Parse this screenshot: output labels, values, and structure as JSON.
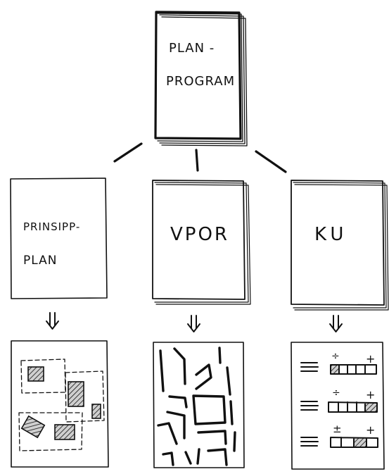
{
  "top_document": {
    "line1": "PLAN -",
    "line2": "PROGRAM"
  },
  "documents": [
    {
      "id": "prinsipp-plan",
      "line1": "PRINSIPP-",
      "line2": "PLAN",
      "result": "zoning-plan-sketch"
    },
    {
      "id": "vpor",
      "line1": "VPOR",
      "result": "street-map-sketch"
    },
    {
      "id": "ku",
      "line1": "KU",
      "result": "impact-assessment-scale-sketch"
    }
  ],
  "ku_scales": [
    {
      "left_sign": "÷",
      "right_sign": "+",
      "filled_segment": 1
    },
    {
      "left_sign": "÷",
      "right_sign": "+",
      "filled_segment": 5
    },
    {
      "left_sign": "±",
      "right_sign": "+",
      "filled_segment": 3
    }
  ],
  "ink_color": "#111111"
}
